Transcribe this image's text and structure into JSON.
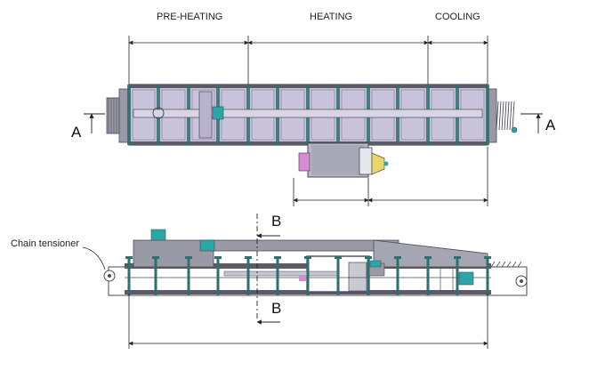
{
  "labels": {
    "preheating": "PRE-HEATING",
    "heating": "HEATING",
    "cooling": "COOLING",
    "section_a_left": "A",
    "section_a_right": "A",
    "section_b_top": "B",
    "section_b_bottom": "B",
    "chain_tensioner": "Chain tensioner"
  },
  "colors": {
    "panel": "#c9c3dc",
    "panel_edge": "#4a4a5a",
    "frame": "#2f6f6f",
    "body_gray": "#9a9aa6",
    "dark_gray": "#5b5b66",
    "teal": "#2aa6a6",
    "pink": "#d98ad0",
    "line": "#222222"
  }
}
